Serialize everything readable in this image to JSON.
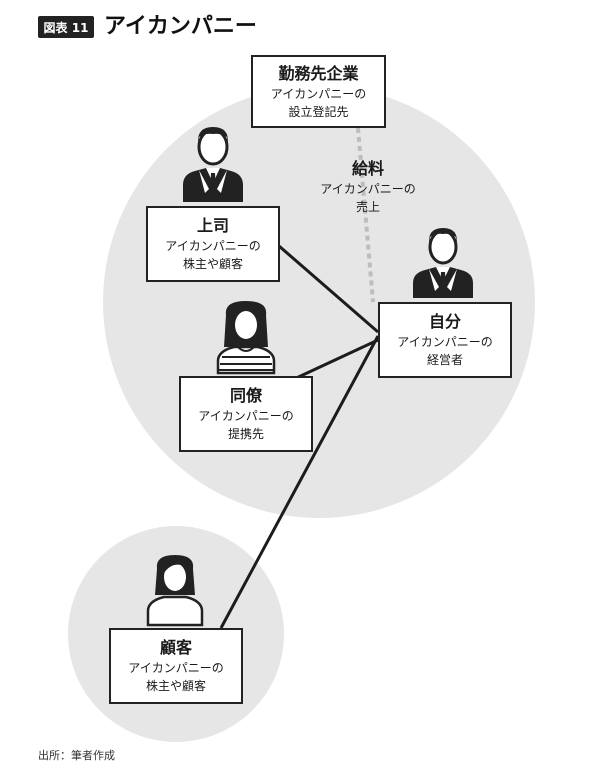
{
  "header": {
    "badge": "図表 11",
    "title": "アイカンパニー"
  },
  "nodes": {
    "employer": {
      "title": "勤務先企業",
      "lines": [
        "アイカンパニーの",
        "設立登記先"
      ]
    },
    "boss": {
      "title": "上司",
      "lines": [
        "アイカンパニーの",
        "株主や顧客"
      ]
    },
    "self": {
      "title": "自分",
      "lines": [
        "アイカンパニーの",
        "経営者"
      ]
    },
    "colleague": {
      "title": "同僚",
      "lines": [
        "アイカンパニーの",
        "提携先"
      ]
    },
    "customer": {
      "title": "顧客",
      "lines": [
        "アイカンパニーの",
        "株主や顧客"
      ]
    }
  },
  "flow_label": {
    "title": "給料",
    "lines": [
      "アイカンパニーの",
      "売上"
    ]
  },
  "icons": {
    "boss": "businessman-icon",
    "self": "businessman-icon",
    "colleague": "woman-icon",
    "customer": "woman-icon"
  },
  "footer": {
    "source": "出所：筆者作成"
  },
  "colors": {
    "circle_fill": "#e6e6e6",
    "line": "#1c1c1c",
    "dotted_line": "#bdbdbd",
    "icon": "#222222"
  }
}
